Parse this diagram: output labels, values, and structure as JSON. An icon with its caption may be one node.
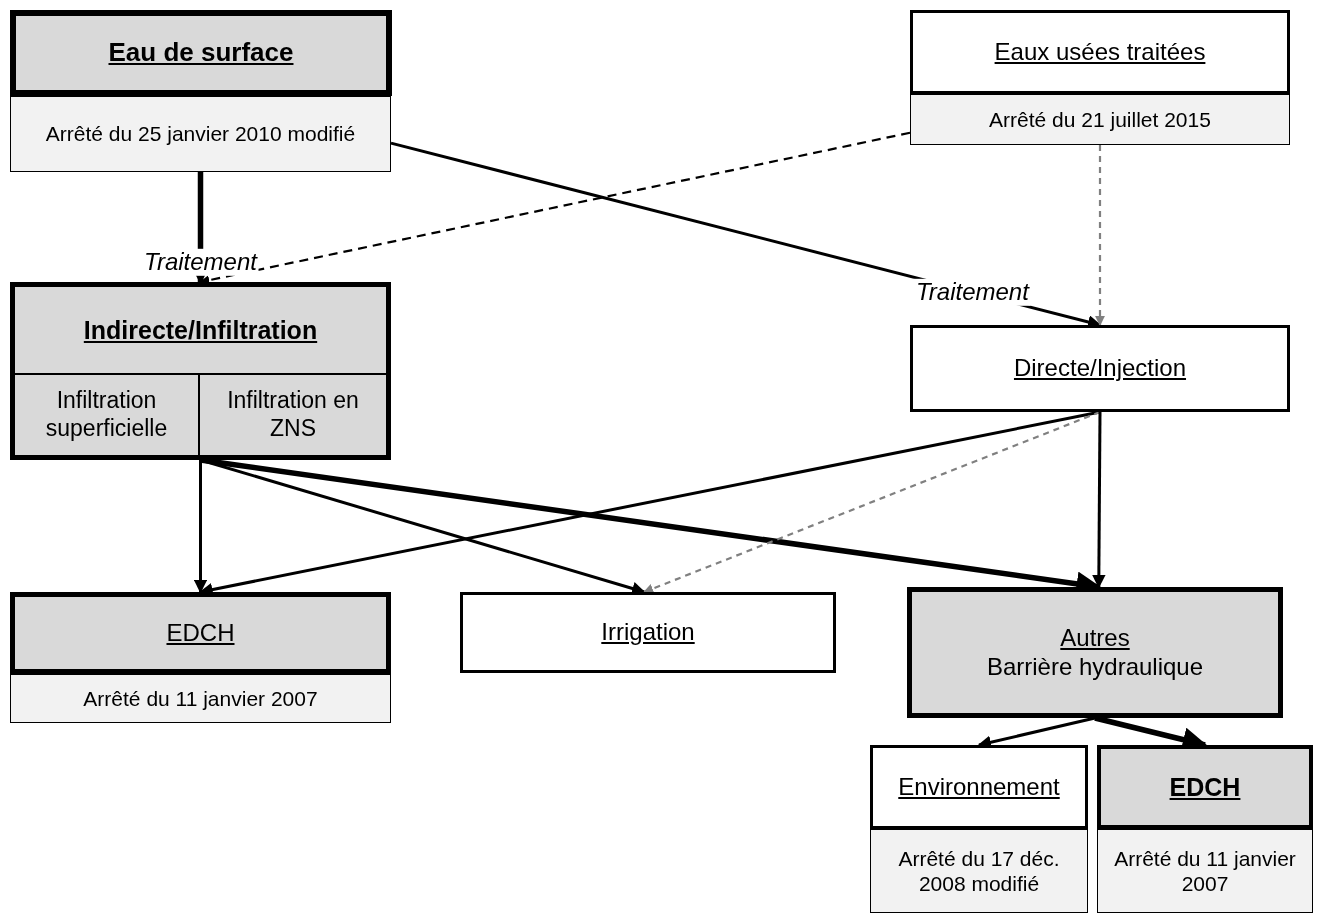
{
  "diagram": {
    "nodes": [
      {
        "text": [
          "Eau de surface"
        ]
      },
      {
        "text": [
          "Arrêté du 25 janvier 2010 modifié"
        ]
      },
      {
        "text": [
          "Eaux usées traitées"
        ]
      },
      {
        "text": [
          "Arrêté du 21 juillet 2015"
        ]
      },
      {
        "text": [
          "Indirecte/Infiltration"
        ]
      },
      {
        "text": [
          "Infiltration superficielle"
        ],
        "in": 4
      },
      {
        "text": [
          "Infiltration en ZNS"
        ],
        "in": 4
      },
      {
        "text": [
          "Directe/Injection"
        ]
      },
      {
        "text": [
          "EDCH"
        ]
      },
      {
        "text": [
          "Arrêté du 11 janvier 2007"
        ]
      },
      {
        "text": [
          "Irrigation"
        ]
      },
      {
        "text": [
          "Autres",
          "Barrière hydraulique"
        ]
      },
      {
        "text": [
          "Environnement"
        ]
      },
      {
        "text": [
          "Arrêté du 17 déc. 2008 modifié"
        ]
      },
      {
        "text": [
          "EDCH"
        ]
      },
      {
        "text": [
          "Arrêté du 11 janvier 2007"
        ]
      }
    ],
    "edges": [
      {
        "from": 1,
        "to": 4,
        "arrow": "to",
        "style": "thick",
        "label": "Traitement"
      },
      {
        "from": 3,
        "to": 4,
        "arrow": "to",
        "style": "dashed"
      },
      {
        "from": 1,
        "to": 7,
        "arrow": "to",
        "label": "Traitement"
      },
      {
        "from": 3,
        "to": 7,
        "arrow": "to",
        "style": "dashed",
        "color": "#808080"
      },
      {
        "from": 4,
        "to": 8,
        "arrow": "to"
      },
      {
        "from": 4,
        "to": 10,
        "arrow": "to"
      },
      {
        "from": 4,
        "to": 11,
        "arrow": "to",
        "style": "thick"
      },
      {
        "from": 7,
        "to": 8,
        "arrow": "to"
      },
      {
        "from": 7,
        "to": 10,
        "arrow": "to",
        "style": "dashed",
        "color": "#808080"
      },
      {
        "from": 7,
        "to": 11,
        "arrow": "to"
      },
      {
        "from": 11,
        "to": 12,
        "arrow": "to"
      },
      {
        "from": 11,
        "to": 14,
        "arrow": "to",
        "style": "thick"
      }
    ]
  }
}
